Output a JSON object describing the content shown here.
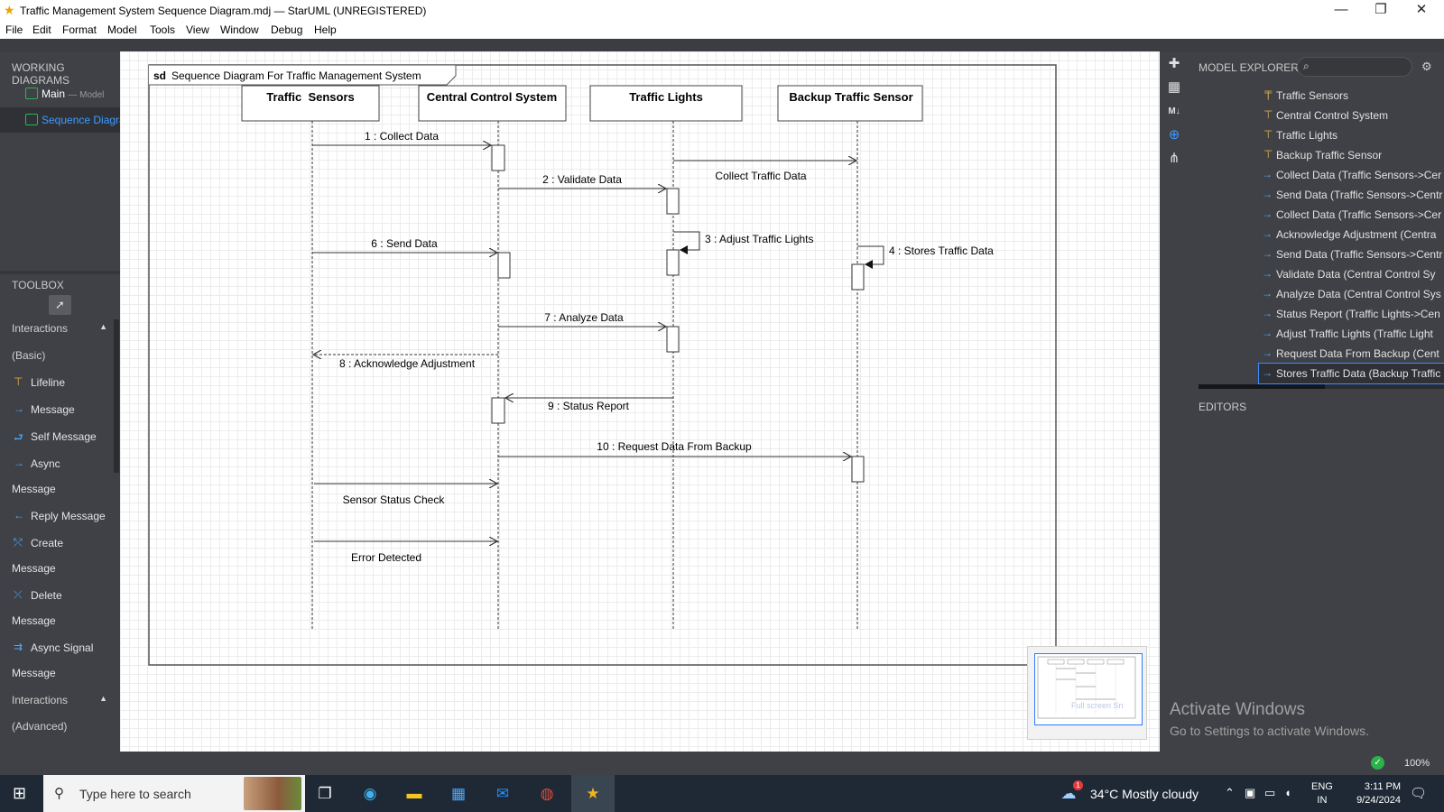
{
  "window": {
    "title": "Traffic Management System Sequence Diagram.mdj — StarUML (UNREGISTERED)",
    "minimize": "—",
    "maximize": "❐",
    "close": "✕"
  },
  "menu": [
    "File",
    "Edit",
    "Format",
    "Model",
    "Tools",
    "View",
    "Window",
    "Debug",
    "Help"
  ],
  "working_diagrams": {
    "title": "WORKING DIAGRAMS",
    "items": [
      {
        "label": "Main",
        "sub": "— Model"
      },
      {
        "label": "Sequence Diagra"
      }
    ]
  },
  "toolbox": {
    "title": "TOOLBOX",
    "cursor_icon": "pointer-icon",
    "items": [
      {
        "label": "Interactions",
        "group": true
      },
      {
        "label": "(Basic)",
        "group": true
      },
      {
        "label": "Lifeline",
        "icon": "lifeline-icon",
        "glyph": "⊤"
      },
      {
        "label": "Message",
        "icon": "message-icon",
        "glyph": "→"
      },
      {
        "label": "Self Message",
        "icon": "self-message-icon",
        "glyph": "⮐"
      },
      {
        "label": "Async",
        "icon": "async-message-icon",
        "glyph": "→"
      },
      {
        "label": "Message",
        "group": true
      },
      {
        "label": "Reply Message",
        "icon": "reply-message-icon",
        "glyph": "←"
      },
      {
        "label": "Create",
        "icon": "create-message-icon",
        "glyph": "⤲"
      },
      {
        "label": "Message",
        "group": true
      },
      {
        "label": "Delete",
        "icon": "delete-message-icon",
        "glyph": "⤫"
      },
      {
        "label": "Message",
        "group": true
      },
      {
        "label": "Async Signal",
        "icon": "async-signal-icon",
        "glyph": "⇉"
      },
      {
        "label": "Message",
        "group": true
      },
      {
        "label": "Interactions",
        "group": true
      },
      {
        "label": "(Advanced)",
        "group": true
      }
    ]
  },
  "diagram": {
    "frame_label": "Sequence Diagram For Traffic Management System",
    "frame_keyword": "sd",
    "lifelines": [
      {
        "name": "Traffic  Sensors"
      },
      {
        "name": "Central Control System"
      },
      {
        "name": "Traffic Lights"
      },
      {
        "name": "Backup Traffic Sensor"
      }
    ],
    "messages": [
      {
        "label": "1 : Collect Data",
        "from": 0,
        "to": 1,
        "kind": "sync"
      },
      {
        "label": "Collect Traffic Data",
        "from": 2,
        "to": 3,
        "kind": "async"
      },
      {
        "label": "2 : Validate Data",
        "from": 1,
        "to": 2,
        "kind": "sync"
      },
      {
        "label": "3 : Adjust Traffic Lights",
        "from": 2,
        "to": 2,
        "kind": "self"
      },
      {
        "label": "6 : Send Data",
        "from": 0,
        "to": 1,
        "kind": "sync"
      },
      {
        "label": "4 : Stores Traffic Data",
        "from": 3,
        "to": 3,
        "kind": "self"
      },
      {
        "label": "7 : Analyze Data",
        "from": 1,
        "to": 2,
        "kind": "sync"
      },
      {
        "label": "8 : Acknowledge Adjustment",
        "from": 1,
        "to": 0,
        "kind": "reply"
      },
      {
        "label": "9 : Status Report",
        "from": 2,
        "to": 1,
        "kind": "sync"
      },
      {
        "label": "10 : Request Data From Backup",
        "from": 1,
        "to": 3,
        "kind": "sync"
      },
      {
        "label": "Sensor Status Check",
        "from": 0,
        "to": 1,
        "kind": "async"
      },
      {
        "label": "Error Detected",
        "from": 0,
        "to": 1,
        "kind": "async"
      }
    ]
  },
  "side_tools": [
    {
      "icon": "extension-icon",
      "glyph": "✚"
    },
    {
      "icon": "layout-icon",
      "glyph": "▦"
    },
    {
      "icon": "markdown-icon",
      "glyph": "M↓"
    },
    {
      "icon": "navigator-icon",
      "glyph": "⊕"
    },
    {
      "icon": "share-icon",
      "glyph": "⋔"
    }
  ],
  "model_explorer": {
    "title": "MODEL EXPLORER",
    "search_placeholder": "",
    "items": [
      {
        "label": "Traffic Sensors",
        "type": "lifeline"
      },
      {
        "label": "Central Control System",
        "type": "lifeline"
      },
      {
        "label": "Traffic Lights",
        "type": "lifeline"
      },
      {
        "label": "Backup Traffic Sensor",
        "type": "lifeline"
      },
      {
        "label": "Collect Data (Traffic Sensors->Cer",
        "type": "message"
      },
      {
        "label": "Send Data (Traffic Sensors->Centr",
        "type": "message"
      },
      {
        "label": "Collect Data (Traffic Sensors->Cer",
        "type": "message"
      },
      {
        "label": "Acknowledge Adjustment (Centra",
        "type": "message"
      },
      {
        "label": "Send Data (Traffic Sensors->Centr",
        "type": "message"
      },
      {
        "label": "Validate Data (Central Control Sy",
        "type": "message"
      },
      {
        "label": "Analyze Data (Central Control Sys",
        "type": "message"
      },
      {
        "label": "Status Report (Traffic Lights->Cen",
        "type": "message"
      },
      {
        "label": "Adjust Traffic Lights (Traffic Light",
        "type": "message"
      },
      {
        "label": "Request Data From Backup (Cent",
        "type": "message"
      },
      {
        "label": "Stores Traffic Data (Backup Traffic",
        "type": "message",
        "selected": true
      }
    ]
  },
  "editors": {
    "title": "EDITORS"
  },
  "status": {
    "zoom": "100%"
  },
  "minimap": {
    "overlay": "Full screen Sn"
  },
  "watermark": {
    "line1": "Activate Windows",
    "line2": "Go to Settings to activate Windows."
  },
  "taskbar": {
    "search_text": "Type here to search",
    "weather": "34°C  Mostly cloudy",
    "weather_badge": "1",
    "lang1": "ENG",
    "lang2": "IN",
    "time": "3:11 PM",
    "date": "9/24/2024"
  },
  "colors": {
    "accent": "#3d8cff",
    "panel": "#3f4146",
    "diagram_green": "#28b84a",
    "lifeline_icon": "#e3b341",
    "message_icon": "#4aa8ff"
  }
}
